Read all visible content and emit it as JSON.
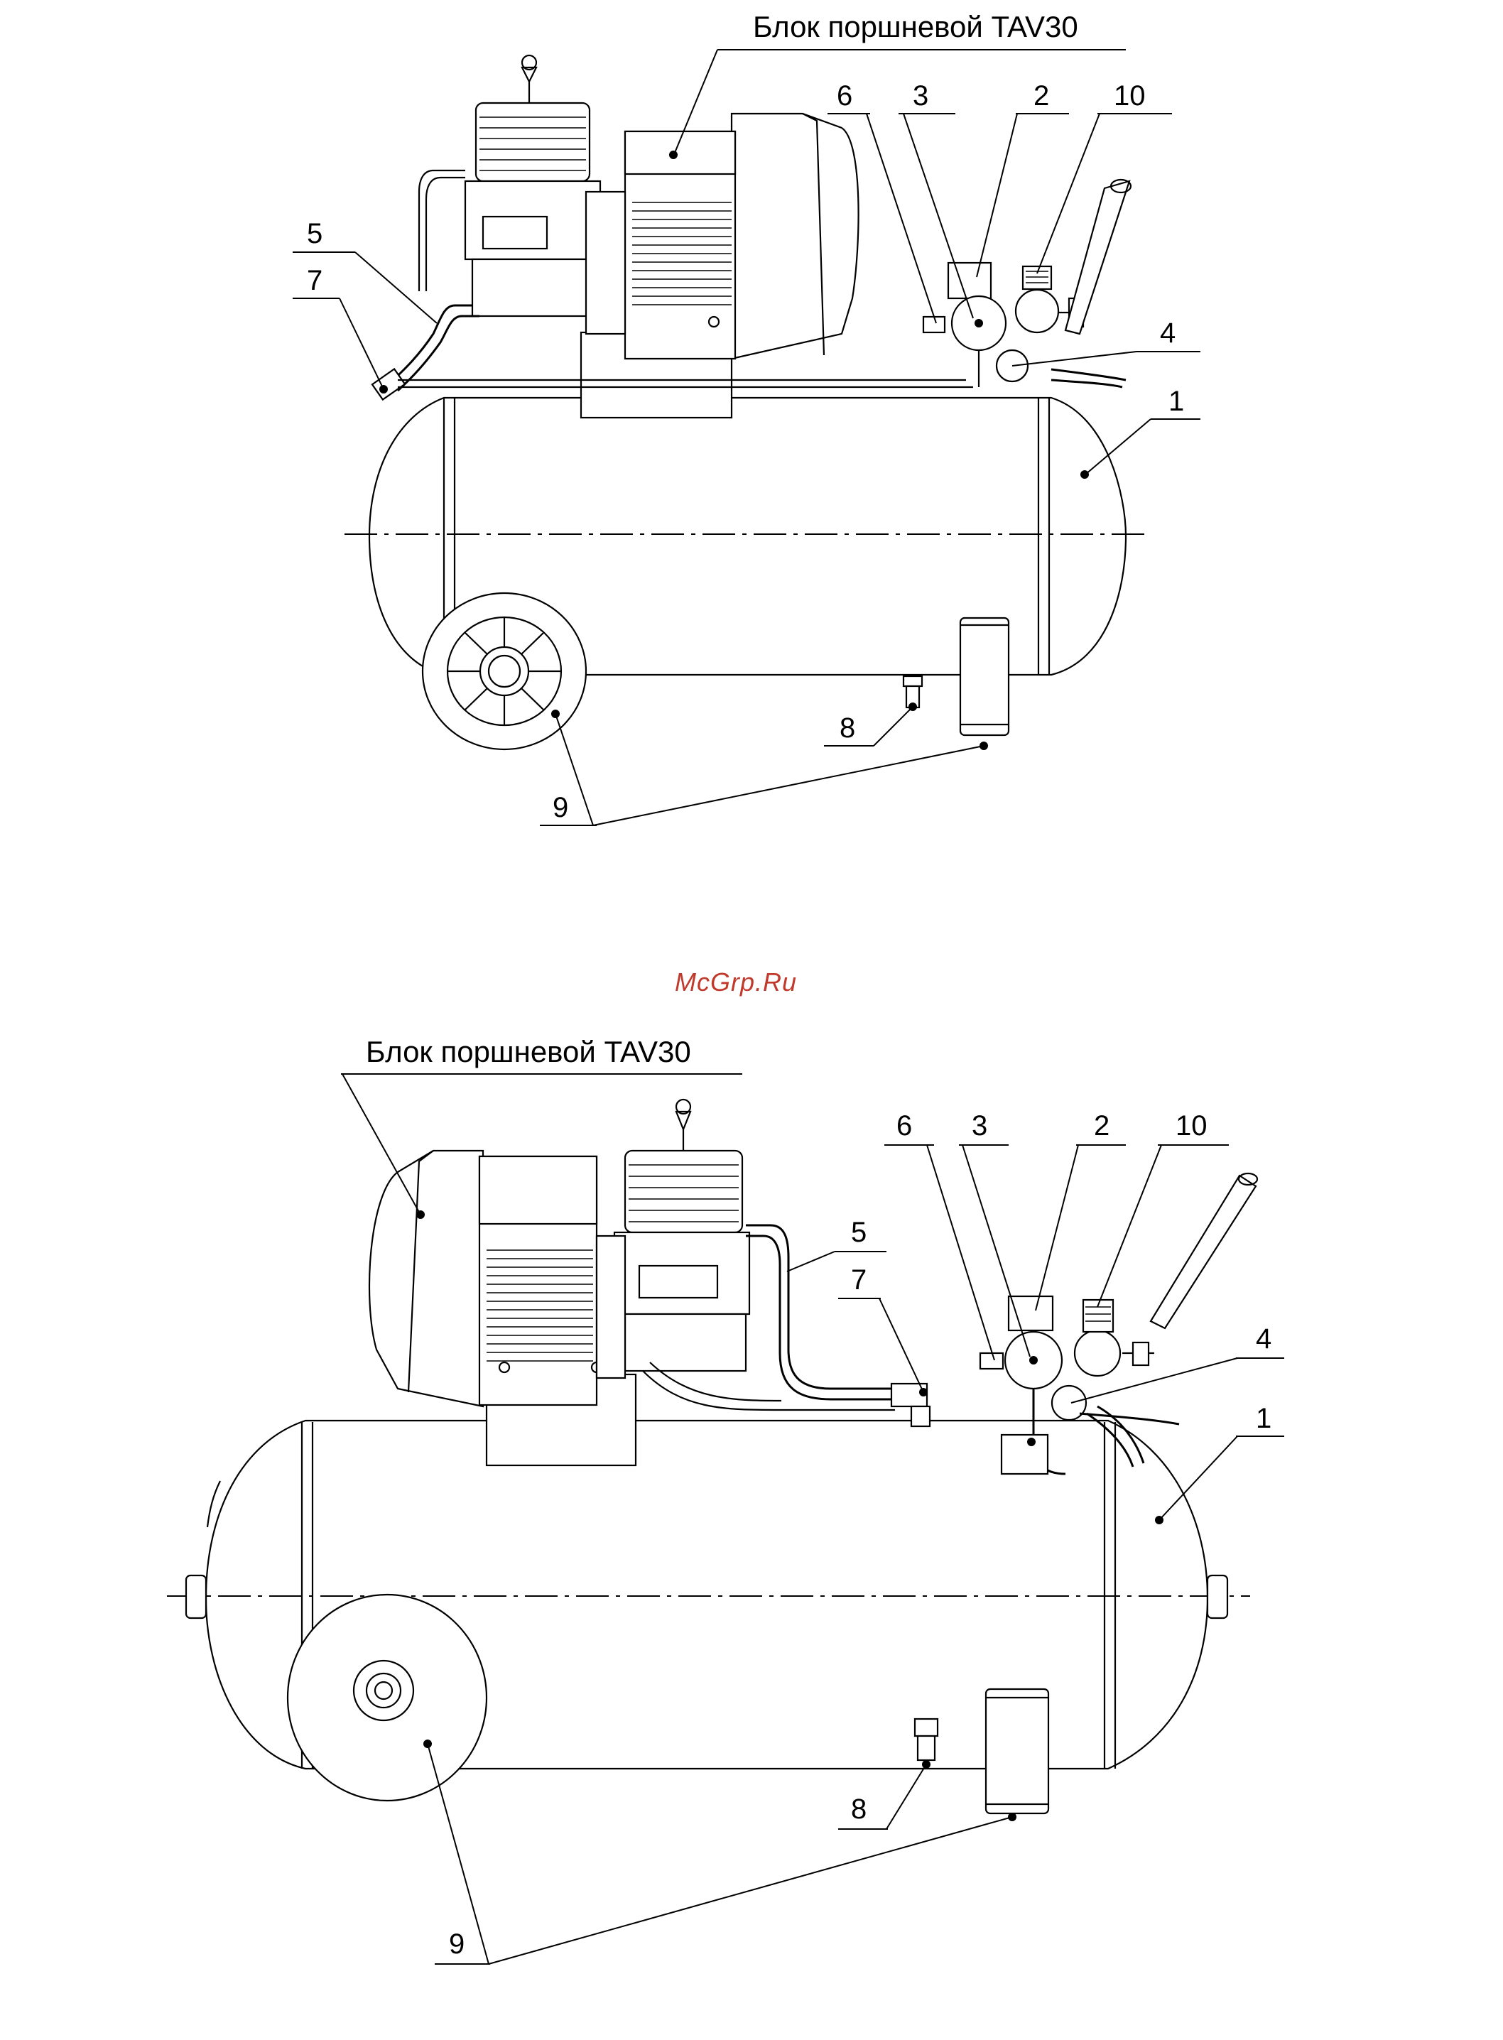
{
  "watermark": "McGrp.Ru",
  "views": [
    {
      "title": "Блок поршневой TAV30",
      "callouts": {
        "c1": "1",
        "c2": "2",
        "c3": "3",
        "c4": "4",
        "c5": "5",
        "c6": "6",
        "c7": "7",
        "c8": "8",
        "c9": "9",
        "c10": "10"
      }
    },
    {
      "title": "Блок поршневой TAV30",
      "callouts": {
        "c1": "1",
        "c2": "2",
        "c3": "3",
        "c4": "4",
        "c5": "5",
        "c6": "6",
        "c7": "7",
        "c8": "8",
        "c9": "9",
        "c10": "10"
      }
    }
  ]
}
